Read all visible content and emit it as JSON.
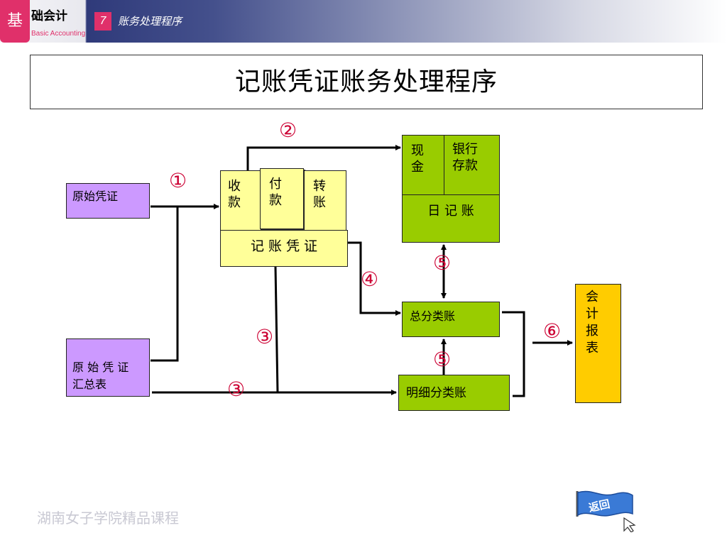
{
  "header": {
    "logo_char": "基",
    "logo_title": "础会计",
    "logo_subtitle": "Basic Accounting",
    "chapter_number": "7",
    "chapter_title": "账务处理程序"
  },
  "title": "记账凭证账务处理程序",
  "diagram": {
    "original_voucher": "原始凭证",
    "voucher_summary": "原 始 凭 证\n汇总表",
    "receipt": "收\n款",
    "payment": "付\n款",
    "transfer": "转\n账",
    "voucher": "记 账 凭 证",
    "cash": "现\n金",
    "bank": "银行\n存款",
    "journal": "日 记 账",
    "general_ledger": "总分类账",
    "sub_ledger": "明细分类账",
    "report": "会\n计\n报\n表",
    "steps": {
      "s1": "①",
      "s2": "②",
      "s3a": "③",
      "s3b": "③",
      "s4": "④",
      "s5a": "⑤",
      "s5b": "⑤",
      "s6": "⑥"
    }
  },
  "footer": {
    "text": "湖南女子学院精品课程",
    "back_label": "返回"
  }
}
